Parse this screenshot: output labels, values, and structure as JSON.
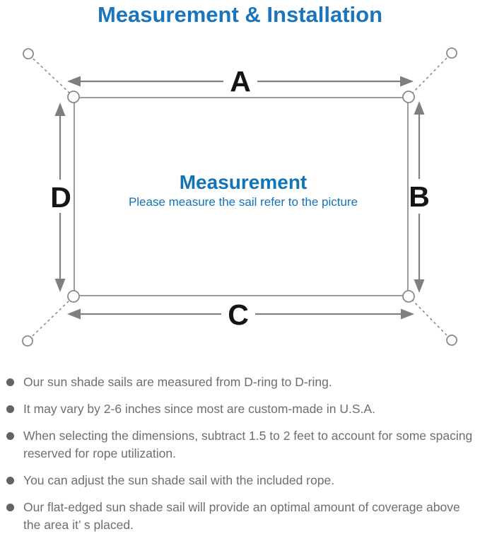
{
  "title": "Measurement & Installation",
  "colors": {
    "accent_blue": "#1b75bc",
    "center_text_blue": "#1274b8",
    "diagram_gray": "#7f7f7f",
    "note_text_gray": "#6e6e6e"
  },
  "diagram": {
    "labels": {
      "top": "A",
      "right": "B",
      "bottom": "C",
      "left": "D"
    },
    "center_title": "Measurement",
    "center_subtitle": "Please measure the sail refer to the picture"
  },
  "notes": {
    "items": [
      {
        "text": "Our sun shade sails are measured from D-ring to D-ring."
      },
      {
        "text": "It may vary by 2-6 inches since most are custom-made in U.S.A."
      },
      {
        "text": "When selecting the dimensions, subtract 1.5 to 2 feet to account for some spacing reserved for rope utilization."
      },
      {
        "text": "You can adjust the sun shade sail with the included rope."
      },
      {
        "text": "Our flat-edged sun shade sail will provide an optimal amount of coverage above the area it’ s placed."
      }
    ]
  }
}
